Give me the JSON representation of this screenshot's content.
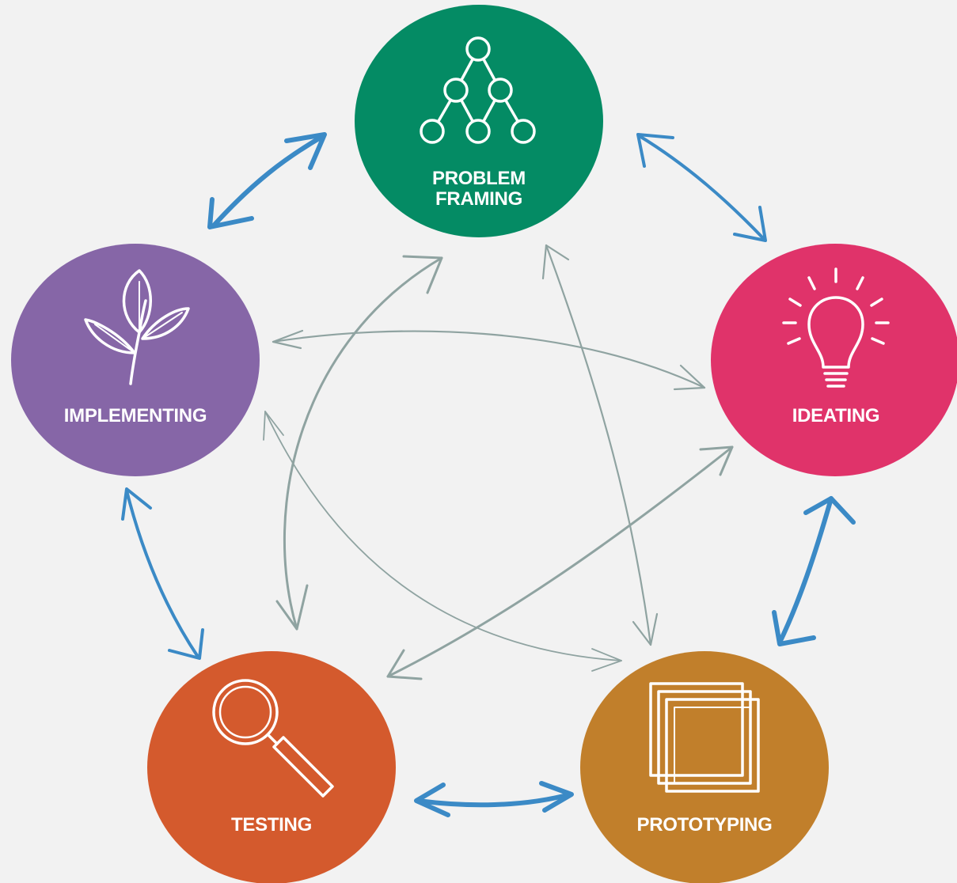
{
  "colors": {
    "background": "#f2f2f2",
    "problem_framing": "#048b64",
    "ideating": "#e0336a",
    "prototyping": "#c17f2b",
    "testing": "#d45a2d",
    "implementing": "#8666a7",
    "cycle_arrows": "#3b8ac6",
    "cross_arrows": "#8fa3a1"
  },
  "nodes": {
    "problem_framing": {
      "label_line1": "PROBLEM",
      "label_line2": "FRAMING",
      "icon": "hierarchy-tree-icon"
    },
    "ideating": {
      "label": "IDEATING",
      "icon": "lightbulb-icon"
    },
    "prototyping": {
      "label": "PROTOTYPING",
      "icon": "stacked-frames-icon"
    },
    "testing": {
      "label": "TESTING",
      "icon": "magnifying-glass-icon"
    },
    "implementing": {
      "label": "IMPLEMENTING",
      "icon": "plant-sprout-icon"
    }
  }
}
